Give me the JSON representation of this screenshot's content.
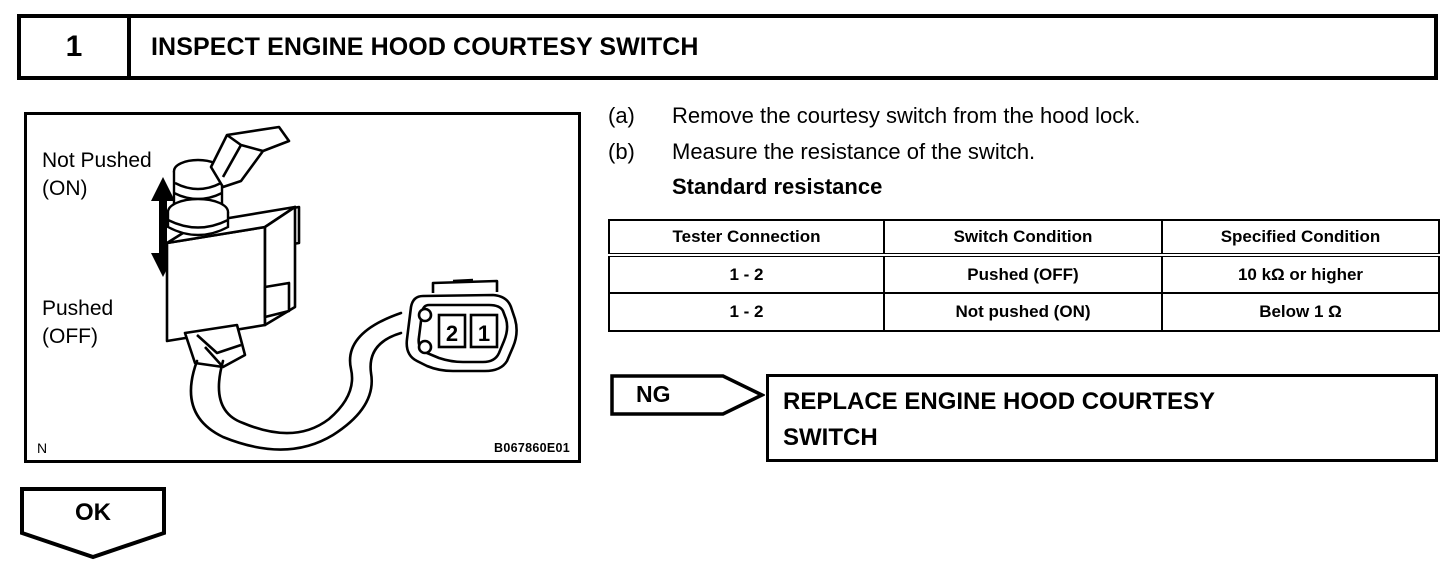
{
  "step": {
    "number": "1",
    "title": "INSPECT ENGINE HOOD COURTESY SWITCH"
  },
  "illustration": {
    "label_not_pushed": "Not Pushed\n(ON)",
    "label_pushed": "Pushed\n(OFF)",
    "connector_pin_left": "2",
    "connector_pin_right": "1",
    "corner_mark": "N",
    "figure_id": "B067860E01"
  },
  "procedure": {
    "steps": [
      {
        "letter": "(a)",
        "text": "Remove the courtesy switch from the hood lock."
      },
      {
        "letter": "(b)",
        "text": "Measure the resistance of the switch."
      }
    ],
    "subheading": "Standard resistance"
  },
  "spec_table": {
    "headers": [
      "Tester Connection",
      "Switch Condition",
      "Specified Condition"
    ],
    "rows": [
      [
        "1 - 2",
        "Pushed (OFF)",
        "10 kΩ or higher"
      ],
      [
        "1 - 2",
        "Not pushed (ON)",
        "Below 1 Ω"
      ]
    ]
  },
  "ng_branch": {
    "label": "NG",
    "result": "REPLACE ENGINE HOOD COURTESY\nSWITCH"
  },
  "ok_branch": {
    "label": "OK"
  },
  "colors": {
    "ink": "#000000",
    "paper": "#ffffff"
  }
}
